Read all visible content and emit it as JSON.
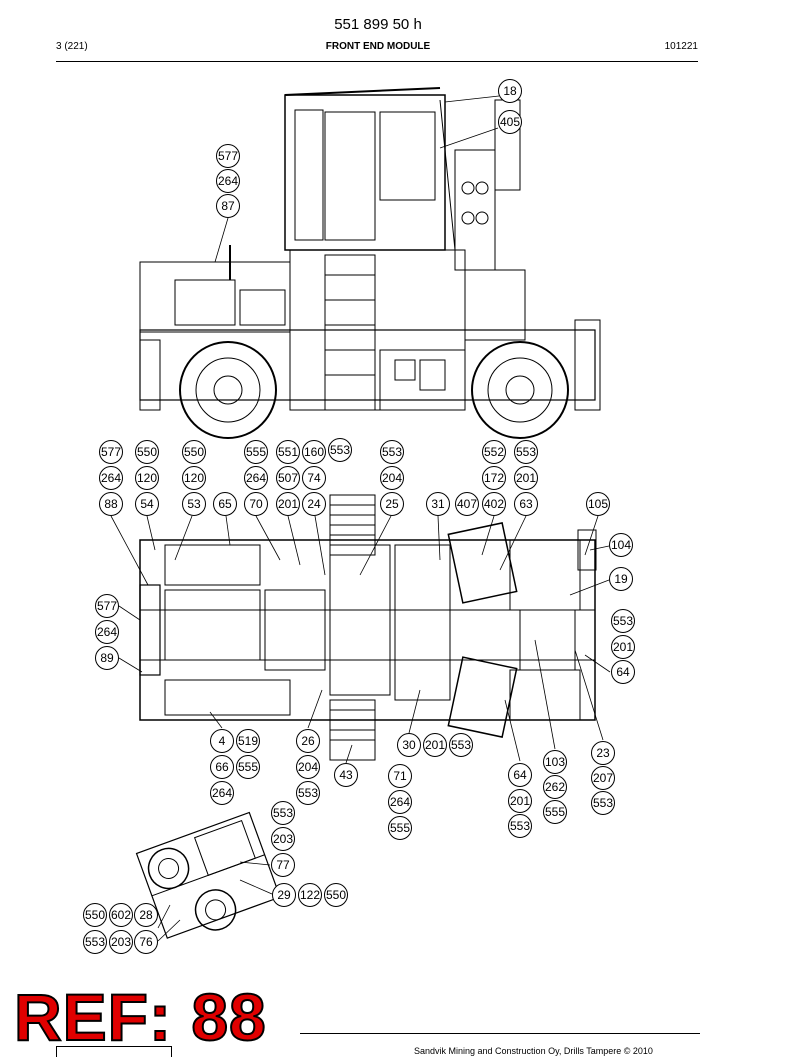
{
  "header": {
    "doc_number": "551 899 50 h",
    "page": "3 (221)",
    "section": "FRONT END MODULE",
    "code": "101221"
  },
  "callouts": [
    {
      "label": "18"
    },
    {
      "label": "405"
    },
    {
      "label": "577"
    },
    {
      "label": "264"
    },
    {
      "label": "87"
    },
    {
      "label": "577"
    },
    {
      "label": "550"
    },
    {
      "label": "550"
    },
    {
      "label": "555"
    },
    {
      "label": "551"
    },
    {
      "label": "160"
    },
    {
      "label": "553"
    },
    {
      "label": "553"
    },
    {
      "label": "552"
    },
    {
      "label": "553"
    },
    {
      "label": "264"
    },
    {
      "label": "120"
    },
    {
      "label": "120"
    },
    {
      "label": "264"
    },
    {
      "label": "507"
    },
    {
      "label": "74"
    },
    {
      "label": "204"
    },
    {
      "label": "172"
    },
    {
      "label": "201"
    },
    {
      "label": "88"
    },
    {
      "label": "54"
    },
    {
      "label": "53"
    },
    {
      "label": "65"
    },
    {
      "label": "70"
    },
    {
      "label": "201"
    },
    {
      "label": "24"
    },
    {
      "label": "25"
    },
    {
      "label": "31"
    },
    {
      "label": "407"
    },
    {
      "label": "402"
    },
    {
      "label": "63"
    },
    {
      "label": "105"
    },
    {
      "label": "104"
    },
    {
      "label": "19"
    },
    {
      "label": "577"
    },
    {
      "label": "264"
    },
    {
      "label": "89"
    },
    {
      "label": "553"
    },
    {
      "label": "201"
    },
    {
      "label": "64"
    },
    {
      "label": "4"
    },
    {
      "label": "519"
    },
    {
      "label": "26"
    },
    {
      "label": "30"
    },
    {
      "label": "201"
    },
    {
      "label": "553"
    },
    {
      "label": "23"
    },
    {
      "label": "66"
    },
    {
      "label": "555"
    },
    {
      "label": "204"
    },
    {
      "label": "43"
    },
    {
      "label": "71"
    },
    {
      "label": "64"
    },
    {
      "label": "103"
    },
    {
      "label": "207"
    },
    {
      "label": "264"
    },
    {
      "label": "553"
    },
    {
      "label": "264"
    },
    {
      "label": "201"
    },
    {
      "label": "262"
    },
    {
      "label": "553"
    },
    {
      "label": "553"
    },
    {
      "label": "555"
    },
    {
      "label": "553"
    },
    {
      "label": "555"
    },
    {
      "label": "203"
    },
    {
      "label": "77"
    },
    {
      "label": "29"
    },
    {
      "label": "122"
    },
    {
      "label": "550"
    },
    {
      "label": "550"
    },
    {
      "label": "602"
    },
    {
      "label": "28"
    },
    {
      "label": "553"
    },
    {
      "label": "203"
    },
    {
      "label": "76"
    }
  ],
  "watermark": "REF: 88",
  "footer": {
    "copyright": "Sandvik Mining and Construction Oy, Drills Tampere © 2010"
  }
}
